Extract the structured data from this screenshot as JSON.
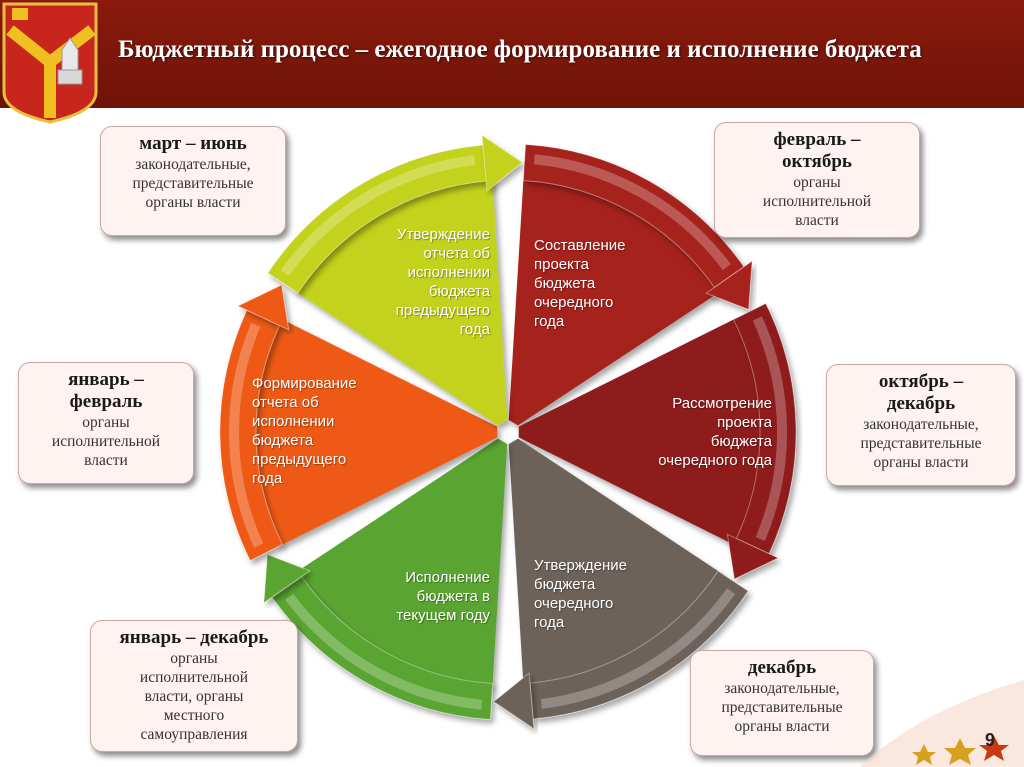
{
  "header": {
    "title": "Бюджетный процесс – ежегодное формирование и исполнение бюджета"
  },
  "colors": {
    "header_bg": "#7a160a",
    "seg_approve_report": "#a6241c",
    "seg_draft": "#8e1d1c",
    "seg_review": "#6d625a",
    "seg_approve_budget": "#5aa531",
    "seg_execution": "#ee5a12",
    "seg_report": "#c3d21e"
  },
  "segments": [
    {
      "id": "approve-report",
      "lines": [
        "Утверждение",
        "отчета об",
        "исполнении",
        "бюджета",
        "предыдущего",
        "года"
      ]
    },
    {
      "id": "draft",
      "lines": [
        "Составление",
        "проекта",
        "бюджета",
        "очередного",
        "года"
      ]
    },
    {
      "id": "review",
      "lines": [
        "Рассмотрение",
        "проекта",
        "бюджета",
        "очередного года"
      ]
    },
    {
      "id": "approve-budget",
      "lines": [
        "Утверждение",
        "бюджета",
        "очередного",
        "года"
      ]
    },
    {
      "id": "execution",
      "lines": [
        "Исполнение",
        "бюджета в",
        "текущем году"
      ]
    },
    {
      "id": "report",
      "lines": [
        "Формирование",
        "отчета об",
        "исполнении",
        "бюджета",
        "предыдущего",
        "года"
      ]
    }
  ],
  "callouts": [
    {
      "id": "mar-jun",
      "period": [
        "март – июнь"
      ],
      "who": [
        "законодательные,",
        "представительные",
        "органы власти"
      ]
    },
    {
      "id": "feb-oct",
      "period": [
        "февраль –",
        "октябрь"
      ],
      "who": [
        "органы",
        "исполнительной",
        "власти"
      ]
    },
    {
      "id": "oct-dec",
      "period": [
        "октябрь –",
        "декабрь"
      ],
      "who": [
        "законодательные,",
        "представительные",
        "органы власти"
      ]
    },
    {
      "id": "dec",
      "period": [
        "декабрь"
      ],
      "who": [
        "законодательные,",
        "представительные",
        "органы власти"
      ]
    },
    {
      "id": "jan-dec",
      "period": [
        "январь – декабрь"
      ],
      "who": [
        "органы",
        "исполнительной",
        "власти, органы",
        "местного",
        "самоуправления"
      ]
    },
    {
      "id": "jan-feb",
      "period": [
        "январь –",
        "февраль"
      ],
      "who": [
        "органы",
        "исполнительной",
        "власти"
      ]
    }
  ],
  "page": {
    "number": "9"
  }
}
